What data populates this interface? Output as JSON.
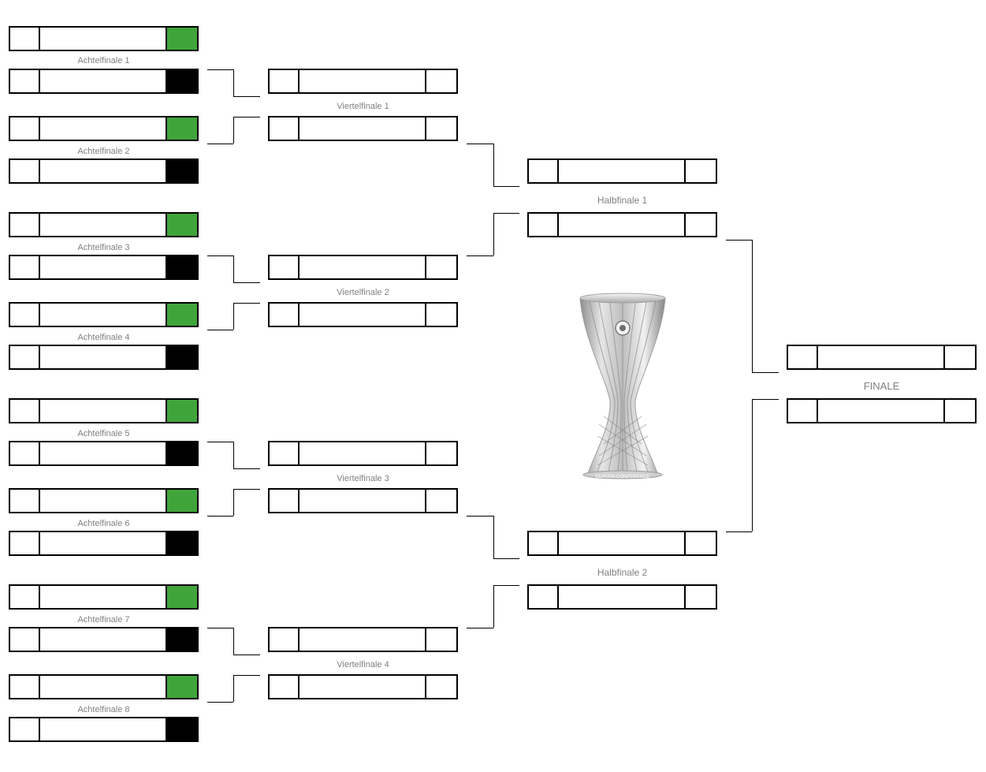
{
  "round_of_16": [
    {
      "label": "Achtelfinale 1",
      "home": {
        "seed": "",
        "team": "",
        "score": ""
      },
      "away": {
        "seed": "",
        "team": "",
        "score": ""
      }
    },
    {
      "label": "Achtelfinale 2",
      "home": {
        "seed": "",
        "team": "",
        "score": ""
      },
      "away": {
        "seed": "",
        "team": "",
        "score": ""
      }
    },
    {
      "label": "Achtelfinale 3",
      "home": {
        "seed": "",
        "team": "",
        "score": ""
      },
      "away": {
        "seed": "",
        "team": "",
        "score": ""
      }
    },
    {
      "label": "Achtelfinale 4",
      "home": {
        "seed": "",
        "team": "",
        "score": ""
      },
      "away": {
        "seed": "",
        "team": "",
        "score": ""
      }
    },
    {
      "label": "Achtelfinale 5",
      "home": {
        "seed": "",
        "team": "",
        "score": ""
      },
      "away": {
        "seed": "",
        "team": "",
        "score": ""
      }
    },
    {
      "label": "Achtelfinale 6",
      "home": {
        "seed": "",
        "team": "",
        "score": ""
      },
      "away": {
        "seed": "",
        "team": "",
        "score": ""
      }
    },
    {
      "label": "Achtelfinale 7",
      "home": {
        "seed": "",
        "team": "",
        "score": ""
      },
      "away": {
        "seed": "",
        "team": "",
        "score": ""
      }
    },
    {
      "label": "Achtelfinale 8",
      "home": {
        "seed": "",
        "team": "",
        "score": ""
      },
      "away": {
        "seed": "",
        "team": "",
        "score": ""
      }
    }
  ],
  "quarterfinals": [
    {
      "label": "Viertelfinale 1"
    },
    {
      "label": "Viertelfinale 2"
    },
    {
      "label": "Viertelfinale 3"
    },
    {
      "label": "Viertelfinale 4"
    }
  ],
  "semifinals": [
    {
      "label": "Halbfinale 1"
    },
    {
      "label": "Halbfinale 2"
    }
  ],
  "final": {
    "label": "FINALE"
  },
  "trophy": {
    "icon": "trophy-icon",
    "inscription": "EUROPA CONFERENCE"
  },
  "colors": {
    "home_score_fill": "#3fa53a",
    "away_score_fill": "#000000",
    "label_text": "#808080",
    "border": "#000000"
  }
}
